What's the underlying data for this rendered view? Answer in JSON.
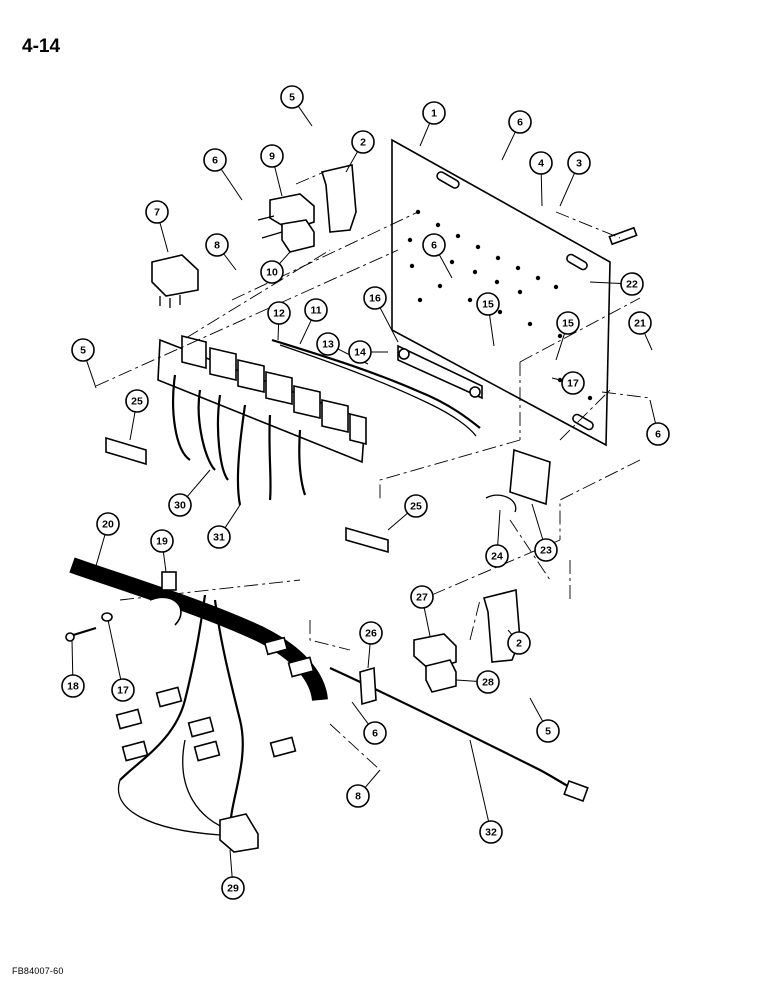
{
  "page": {
    "number": "4-14",
    "figure_code": "FB84007-60"
  },
  "callouts": [
    {
      "label": "1"
    },
    {
      "label": "2"
    },
    {
      "label": "2"
    },
    {
      "label": "3"
    },
    {
      "label": "4"
    },
    {
      "label": "5"
    },
    {
      "label": "5"
    },
    {
      "label": "5"
    },
    {
      "label": "6"
    },
    {
      "label": "6"
    },
    {
      "label": "6"
    },
    {
      "label": "6"
    },
    {
      "label": "6"
    },
    {
      "label": "7"
    },
    {
      "label": "8"
    },
    {
      "label": "8"
    },
    {
      "label": "9"
    },
    {
      "label": "10"
    },
    {
      "label": "11"
    },
    {
      "label": "12"
    },
    {
      "label": "13"
    },
    {
      "label": "14"
    },
    {
      "label": "15"
    },
    {
      "label": "15"
    },
    {
      "label": "16"
    },
    {
      "label": "17"
    },
    {
      "label": "17"
    },
    {
      "label": "18"
    },
    {
      "label": "19"
    },
    {
      "label": "20"
    },
    {
      "label": "21"
    },
    {
      "label": "22"
    },
    {
      "label": "23"
    },
    {
      "label": "24"
    },
    {
      "label": "25"
    },
    {
      "label": "25"
    },
    {
      "label": "26"
    },
    {
      "label": "27"
    },
    {
      "label": "28"
    },
    {
      "label": "29"
    },
    {
      "label": "30"
    },
    {
      "label": "31"
    },
    {
      "label": "32"
    }
  ]
}
